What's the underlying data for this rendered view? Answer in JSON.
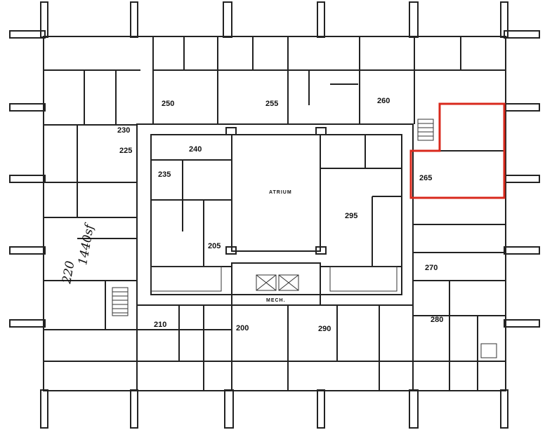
{
  "plan": {
    "rooms": [
      {
        "id": "250",
        "label": "250"
      },
      {
        "id": "255",
        "label": "255"
      },
      {
        "id": "260",
        "label": "260"
      },
      {
        "id": "230",
        "label": "230"
      },
      {
        "id": "225",
        "label": "225"
      },
      {
        "id": "240",
        "label": "240"
      },
      {
        "id": "235",
        "label": "235"
      },
      {
        "id": "265",
        "label": "265"
      },
      {
        "id": "295",
        "label": "295"
      },
      {
        "id": "205",
        "label": "205"
      },
      {
        "id": "270",
        "label": "270"
      },
      {
        "id": "210",
        "label": "210"
      },
      {
        "id": "200",
        "label": "200"
      },
      {
        "id": "290",
        "label": "290"
      },
      {
        "id": "280",
        "label": "280"
      }
    ],
    "atrium": "ATRIUM",
    "mech": "MECH.",
    "handwritten": {
      "line1": "220",
      "line2": "1440sf"
    },
    "highlight_color": "#d9291c"
  }
}
